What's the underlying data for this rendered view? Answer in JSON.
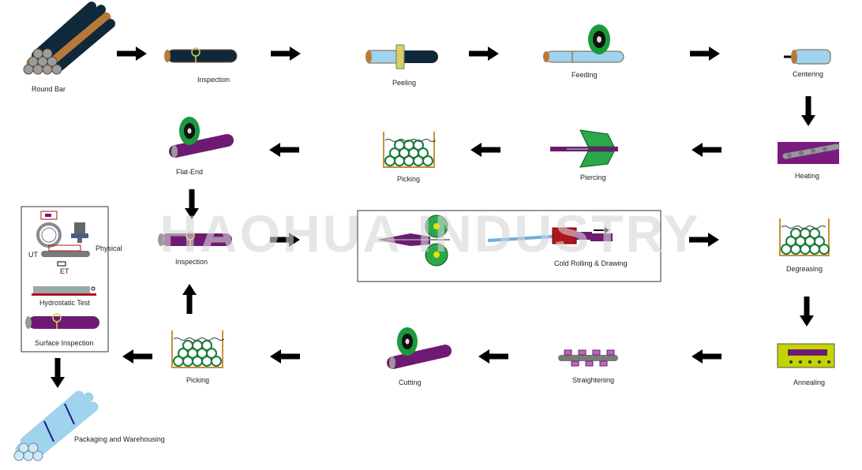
{
  "watermark": "HAOHUA INDUSTRY",
  "steps": {
    "round_bar": "Round Bar",
    "inspection_1": "Inspection",
    "peeling": "Peeling",
    "feeding": "Feeding",
    "centering": "Centering",
    "heating": "Heating",
    "piercing": "Piercing",
    "picking_1": "Picking",
    "flat_end": "Flat-End",
    "inspection_2": "Inspection",
    "cold_rolling": "Cold Rolling & Drawing",
    "degreasing": "Degreasing",
    "annealing": "Annealing",
    "straightening": "Straightening",
    "cutting": "Cutting",
    "picking_2": "Picking",
    "packaging": "Packaging and Warehousing"
  },
  "final_inspection": {
    "physical": "Physical",
    "ut": "UT",
    "et": "ET",
    "hydrostatic": "Hydrostatic Test",
    "surface": "Surface Inspection"
  },
  "colors": {
    "dark_tube": "#10293a",
    "light_tube": "#9fd3ee",
    "purple_tube": "#6e1a73",
    "green": "#1a9a3a",
    "yellow": "#e8e000",
    "arrow": "#000000"
  }
}
